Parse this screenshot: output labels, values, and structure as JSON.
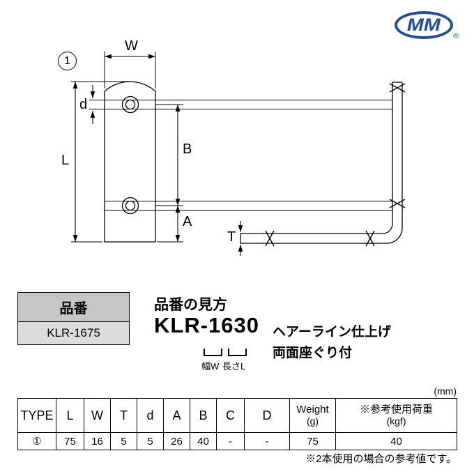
{
  "logo": {
    "text": "MM",
    "registered_mark": "®",
    "color": "#1c4da0"
  },
  "drawing": {
    "figure_number": "1",
    "labels": {
      "width": "W",
      "hole_diameter": "d",
      "length": "L",
      "hole_pitch": "B",
      "hole_offset": "A",
      "thickness": "T"
    }
  },
  "part_number": {
    "header": "品番",
    "value": "KLR-1675"
  },
  "naming_guide": {
    "title": "品番の見方",
    "example_code": "KLR-1630",
    "width_label": "幅W",
    "length_label": "長さL",
    "note_line1": "ヘアーライン仕上げ",
    "note_line2": "両面座ぐり付"
  },
  "spec_table": {
    "unit_note": "(mm)",
    "columns": [
      {
        "header": "TYPE",
        "value": "①"
      },
      {
        "header": "L",
        "value": "75"
      },
      {
        "header": "W",
        "value": "16"
      },
      {
        "header": "T",
        "value": "5"
      },
      {
        "header": "d",
        "value": "5"
      },
      {
        "header": "A",
        "value": "26"
      },
      {
        "header": "B",
        "value": "40"
      },
      {
        "header": "C",
        "value": "-"
      },
      {
        "header": "D",
        "value": "-"
      },
      {
        "header": "Weight",
        "header_sub": "(g)",
        "value": "75"
      },
      {
        "header": "※参考使用荷重",
        "header_sub": "(kgf)",
        "value": "40"
      }
    ],
    "footnote": "※2本使用の場合の参考値です。"
  }
}
